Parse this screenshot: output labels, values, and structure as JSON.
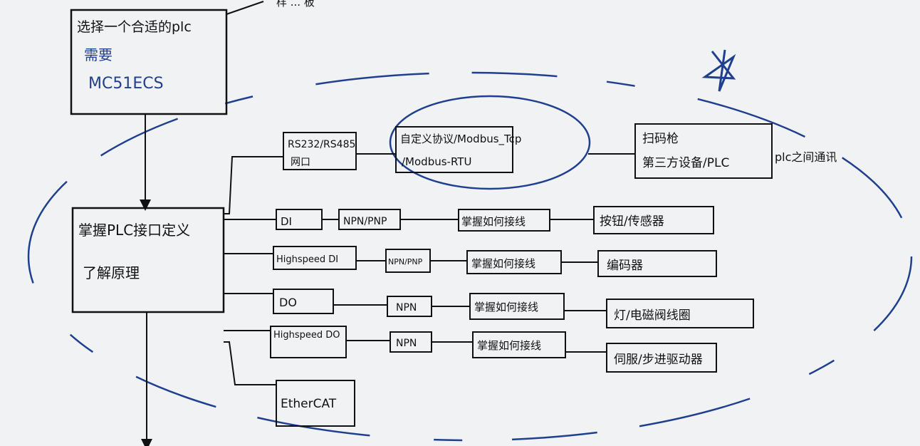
{
  "colors": {
    "ink": "#111111",
    "blue": "#1f3f8f",
    "paper": "#f1f2f4"
  },
  "top_box": {
    "title": "选择一个合适的plc",
    "line2": "需要",
    "line3": "MC51ECS"
  },
  "top_scribble": "样 ... 板",
  "left_box": {
    "line1": "掌握PLC接口定义",
    "line2": "了解原理"
  },
  "comm_row": {
    "port": [
      "RS232/RS485",
      "网口"
    ],
    "protocol": [
      "自定义协议/Modbus_Tcp",
      "/Modbus-RTU"
    ],
    "device": [
      "扫码枪",
      "第三方设备/PLC"
    ],
    "note": "plc之间通讯"
  },
  "io_rows": [
    {
      "port": "DI",
      "type": "NPN/PNP",
      "wiring": "掌握如何接线",
      "device": "按钮/传感器"
    },
    {
      "port": "Highspeed DI",
      "type": "NPN/PNP",
      "wiring": "掌握如何接线",
      "device": "编码器"
    },
    {
      "port": "DO",
      "type": "NPN",
      "wiring": "掌握如何接线",
      "device": "灯/电磁阀线圈"
    },
    {
      "port": "Highspeed DO",
      "type": "NPN",
      "wiring": "掌握如何接线",
      "device": "伺服/步进驱动器"
    }
  ],
  "ethercat": {
    "label": "EtherCAT"
  },
  "star_icon": "star-icon"
}
